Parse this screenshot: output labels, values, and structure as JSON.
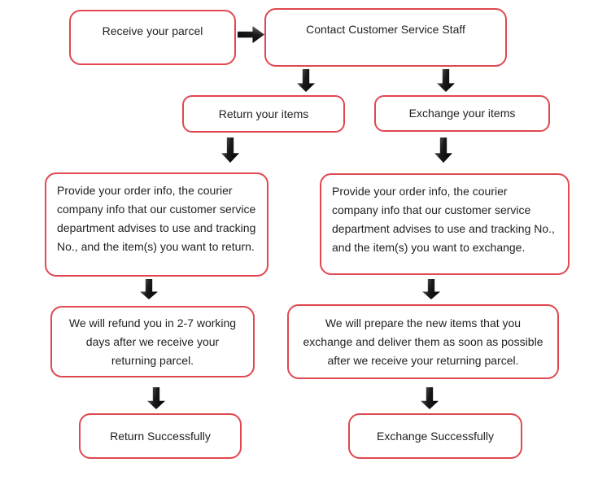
{
  "diagram": {
    "type": "flowchart",
    "topic": "Parcel return and exchange process",
    "colors": {
      "node_border": "#e0484f",
      "node_background": "#ffffff",
      "arrow": "#000000",
      "text": "#1f1f1f"
    },
    "nodes": {
      "receive": {
        "label": "Receive your parcel"
      },
      "contact": {
        "label": "Contact Customer Service Staff"
      },
      "return_items": {
        "label": "Return your items"
      },
      "exchange_items": {
        "label": "Exchange your items"
      },
      "provide_return": {
        "label": "Provide your order info, the courier\ncompany info that our customer service\ndepartment advises to use and tracking\nNo., and the item(s) you want to return."
      },
      "provide_exchange": {
        "label": "Provide your order info, the courier\ncompany info that our customer service\ndepartment advises to use and tracking No.,\nand the item(s) you want to exchange."
      },
      "refund": {
        "label": "We will refund you in 2-7 working\ndays after we receive your\nreturning parcel."
      },
      "prepare": {
        "label": "We will prepare the new items that you\nexchange  and deliver them as soon as possible\nafter we receive your returning parcel."
      },
      "return_success": {
        "label": "Return Successfully"
      },
      "exchange_success": {
        "label": "Exchange Successfully"
      }
    },
    "edges": [
      {
        "from": "receive",
        "to": "contact",
        "direction": "right"
      },
      {
        "from": "contact",
        "to": "return_items",
        "direction": "down"
      },
      {
        "from": "contact",
        "to": "exchange_items",
        "direction": "down"
      },
      {
        "from": "return_items",
        "to": "provide_return",
        "direction": "down"
      },
      {
        "from": "exchange_items",
        "to": "provide_exchange",
        "direction": "down"
      },
      {
        "from": "provide_return",
        "to": "refund",
        "direction": "down"
      },
      {
        "from": "provide_exchange",
        "to": "prepare",
        "direction": "down"
      },
      {
        "from": "refund",
        "to": "return_success",
        "direction": "down"
      },
      {
        "from": "prepare",
        "to": "exchange_success",
        "direction": "down"
      }
    ]
  }
}
